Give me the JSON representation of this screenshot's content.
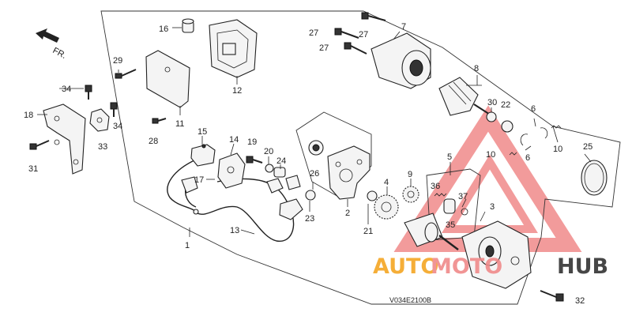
{
  "direction_indicator": "FR.",
  "diagram_code": "V034E2100B",
  "watermark": {
    "part1": "AUTO",
    "part2": "MOTO",
    "part3": "HUB"
  },
  "colors": {
    "watermark_red": "#e23a3a",
    "watermark_orange": "#f5a623",
    "watermark_dark": "#333333",
    "line": "#222222"
  },
  "labels": {
    "l1": "1",
    "l2": "2",
    "l3": "3",
    "l4": "4",
    "l5": "5",
    "l6a": "6",
    "l6b": "6",
    "l7": "7",
    "l8": "8",
    "l9": "9",
    "l10a": "10",
    "l10b": "10",
    "l11": "11",
    "l12": "12",
    "l13": "13",
    "l14": "14",
    "l15": "15",
    "l16": "16",
    "l17": "17",
    "l18": "18",
    "l19": "19",
    "l20": "20",
    "l21": "21",
    "l22": "22",
    "l23": "23",
    "l24": "24",
    "l25": "25",
    "l26": "26",
    "l27a": "27",
    "l27b": "27",
    "l27c": "27",
    "l28": "28",
    "l29": "29",
    "l30": "30",
    "l31": "31",
    "l32": "32",
    "l33": "33",
    "l34a": "34",
    "l34b": "34",
    "l35": "35",
    "l36": "36",
    "l37": "37"
  }
}
